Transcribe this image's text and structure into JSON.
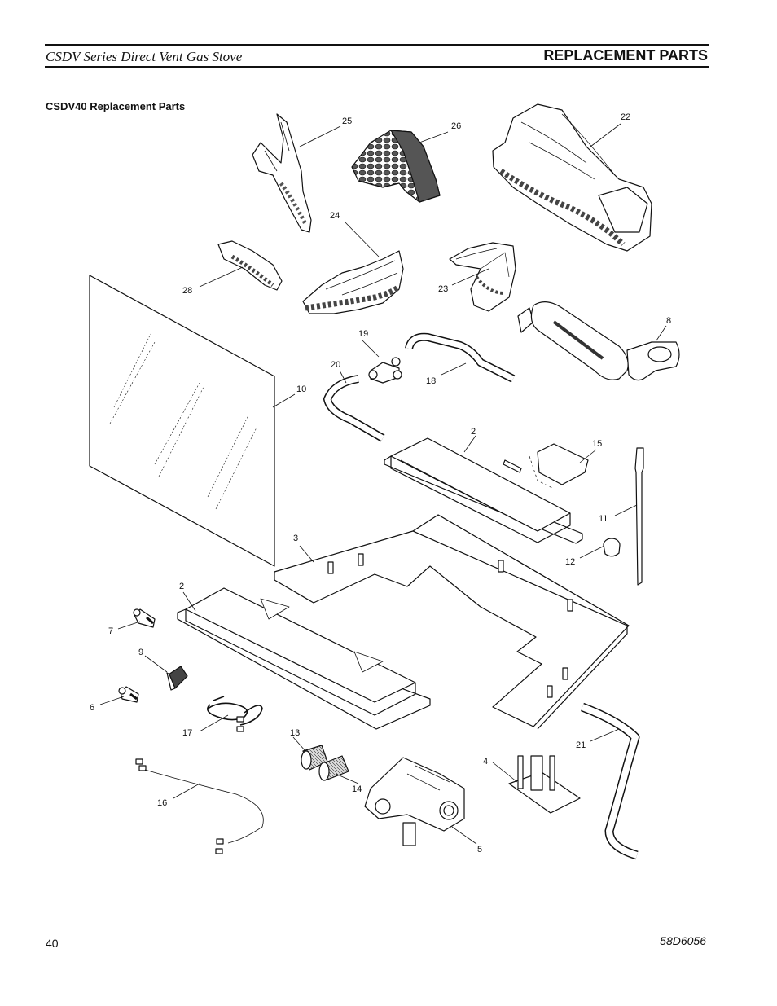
{
  "header": {
    "title": "CSDV Series Direct Vent Gas Stove",
    "section": "REPLACEMENT PARTS"
  },
  "subtitle": "CSDV40 Replacement Parts",
  "callouts": [
    {
      "id": "c25",
      "label": "25"
    },
    {
      "id": "c26",
      "label": "26"
    },
    {
      "id": "c22",
      "label": "22"
    },
    {
      "id": "c24",
      "label": "24"
    },
    {
      "id": "c28",
      "label": "28"
    },
    {
      "id": "c23",
      "label": "23"
    },
    {
      "id": "c8",
      "label": "8"
    },
    {
      "id": "c19",
      "label": "19"
    },
    {
      "id": "c20",
      "label": "20"
    },
    {
      "id": "c18",
      "label": "18"
    },
    {
      "id": "c10",
      "label": "10"
    },
    {
      "id": "c2a",
      "label": "2"
    },
    {
      "id": "c15",
      "label": "15"
    },
    {
      "id": "c11",
      "label": "11"
    },
    {
      "id": "c3",
      "label": "3"
    },
    {
      "id": "c12",
      "label": "12"
    },
    {
      "id": "c2b",
      "label": "2"
    },
    {
      "id": "c7",
      "label": "7"
    },
    {
      "id": "c9",
      "label": "9"
    },
    {
      "id": "c6",
      "label": "6"
    },
    {
      "id": "c17",
      "label": "17"
    },
    {
      "id": "c13",
      "label": "13"
    },
    {
      "id": "c21",
      "label": "21"
    },
    {
      "id": "c4",
      "label": "4"
    },
    {
      "id": "c14",
      "label": "14"
    },
    {
      "id": "c16",
      "label": "16"
    },
    {
      "id": "c5",
      "label": "5"
    }
  ],
  "footer": {
    "page_number": "40",
    "document_number": "58D6056"
  }
}
